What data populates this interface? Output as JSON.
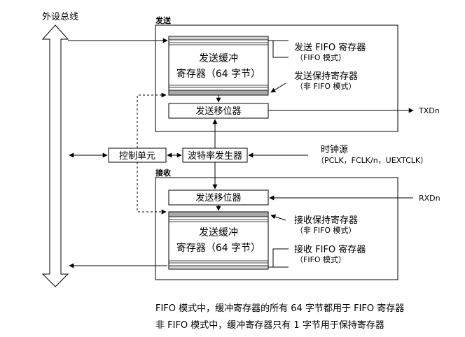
{
  "bus_label": "外设总线",
  "transmit": {
    "section_label": "发送",
    "buffer_line1": "发送缓冲",
    "buffer_line2": "寄存器（64 字节）",
    "shift_register": "发送移位器",
    "fifo_register_label": "发送 FIFO 寄存器",
    "fifo_mode_note": "（FIFO 模式）",
    "holding_register_label": "发送保持寄存器",
    "non_fifo_mode_note": "（非 FIFO 模式）",
    "output_signal": "TXDn"
  },
  "control_unit": "控制单元",
  "baud_generator": "波特率发生器",
  "clock_source": {
    "label": "时钟源",
    "options": "（PCLK，FCLK/n，UEXTCLK）"
  },
  "receive": {
    "section_label": "接收",
    "shift_register": "发送移位器",
    "input_signal": "RXDn",
    "holding_register_label": "接收保持寄存器",
    "non_fifo_mode_note": "（非 FIFO 模式）",
    "buffer_line1": "发送缓冲",
    "buffer_line2": "寄存器（64 字节）",
    "fifo_register_label": "接收 FIFO 寄存器",
    "fifo_mode_note": "（FIFO 模式）"
  },
  "footnotes": [
    "FIFO 模式中，缓冲寄存器的所有 64 字节都用于 FIFO 寄存器",
    "非 FIFO 模式中，缓冲寄存器只有 1 字节用于保持寄存器"
  ]
}
